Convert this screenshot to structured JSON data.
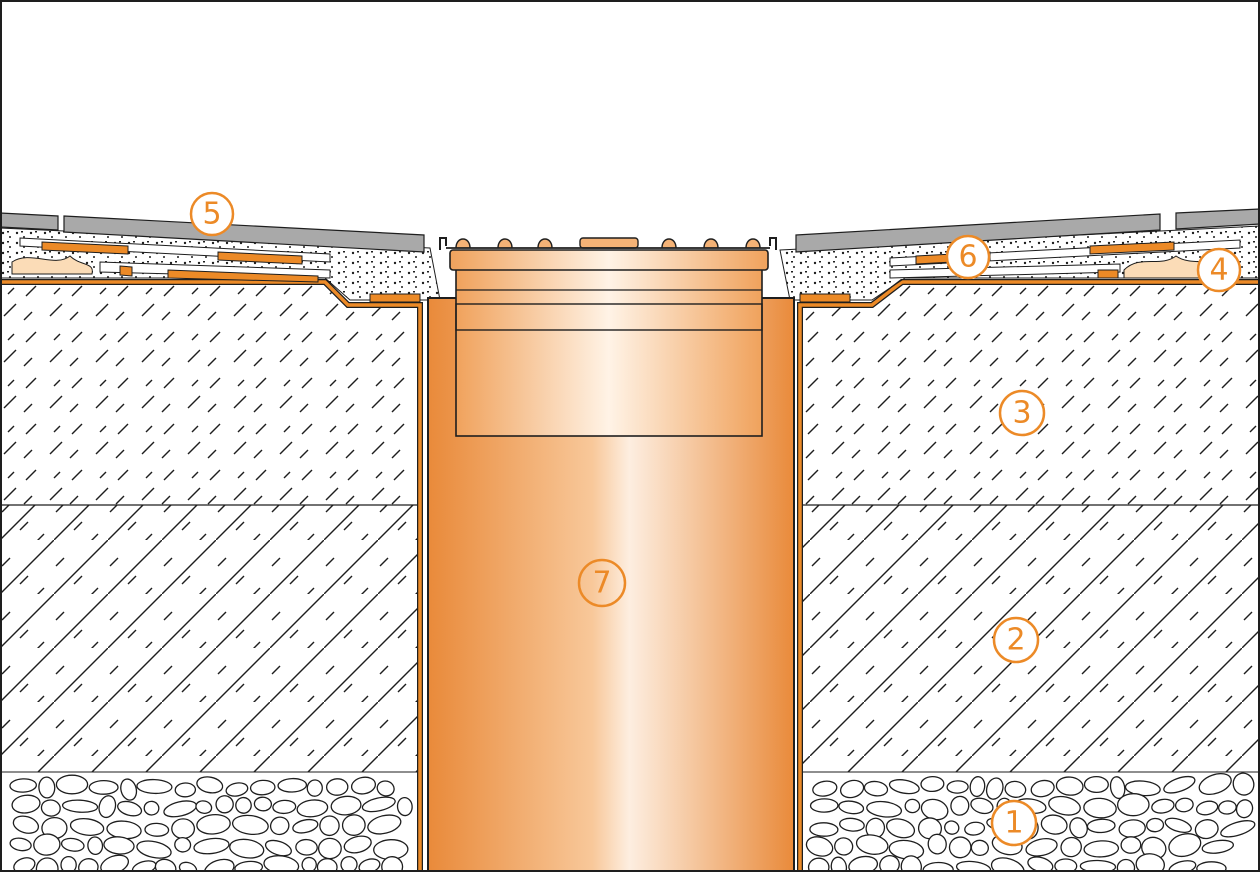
{
  "colors": {
    "accent": "#ec8a27",
    "pipe_dark": "#e98a3a",
    "pipe_light": "#fdeee0",
    "tile": "#a9a9a9",
    "line": "#1e1e1e"
  },
  "callouts": [
    {
      "id": "1",
      "label": "1"
    },
    {
      "id": "2",
      "label": "2"
    },
    {
      "id": "3",
      "label": "3"
    },
    {
      "id": "4",
      "label": "4"
    },
    {
      "id": "5",
      "label": "5"
    },
    {
      "id": "6",
      "label": "6"
    },
    {
      "id": "7",
      "label": "7"
    }
  ]
}
